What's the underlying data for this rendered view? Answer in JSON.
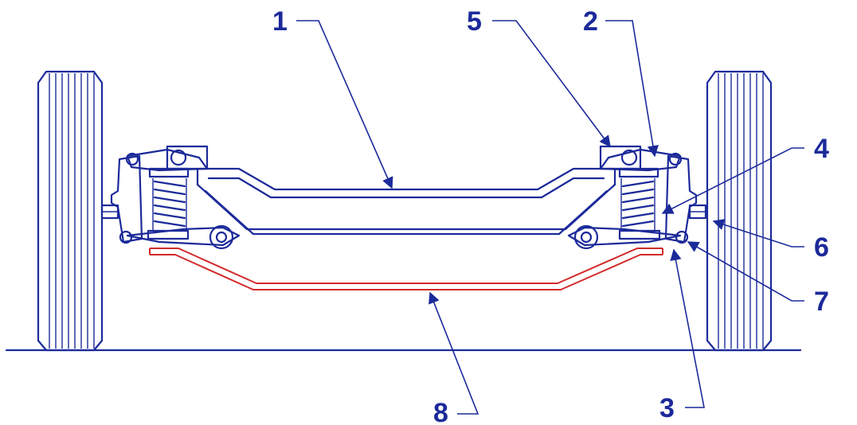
{
  "colors": {
    "ink": "#1c2a9a",
    "stabilizer": "#d22a2a",
    "background": "#ffffff"
  },
  "callouts": [
    {
      "id": "1",
      "label": "1"
    },
    {
      "id": "2",
      "label": "2"
    },
    {
      "id": "3",
      "label": "3"
    },
    {
      "id": "4",
      "label": "4"
    },
    {
      "id": "5",
      "label": "5"
    },
    {
      "id": "6",
      "label": "6"
    },
    {
      "id": "7",
      "label": "7"
    },
    {
      "id": "8",
      "label": "8"
    }
  ],
  "icons": {
    "wheel": "wheel-icon",
    "coil_spring": "coil-spring-icon",
    "bushing": "bushing-icon"
  }
}
